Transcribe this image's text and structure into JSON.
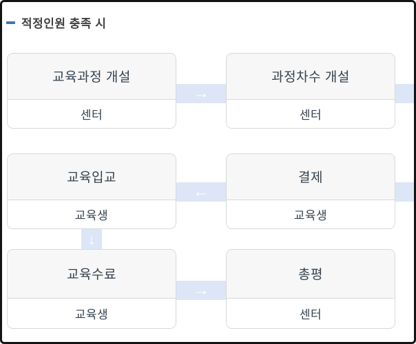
{
  "title": "적정인원 충족 시",
  "colors": {
    "frame_border": "#141414",
    "title_bullet": "#4377ac",
    "title_text": "#404040",
    "box_border": "#d8d8d8",
    "box_header_bg": "#f7f7f7",
    "box_body_bg": "#ffffff",
    "box_text": "#35424e",
    "arrow_band_bg": "#dce6f6",
    "arrow_glyph": "#ffffff"
  },
  "boxes": [
    {
      "step": "교육과정 개설",
      "actor": "센터"
    },
    {
      "step": "과정차수 개설",
      "actor": "센터"
    },
    {
      "step": "교육입교",
      "actor": "교육생"
    },
    {
      "step": "결제",
      "actor": "교육생"
    },
    {
      "step": "교육수료",
      "actor": "교육생"
    },
    {
      "step": "총평",
      "actor": "센터"
    }
  ],
  "arrows": {
    "right": "→",
    "left": "←",
    "down": "↓"
  }
}
